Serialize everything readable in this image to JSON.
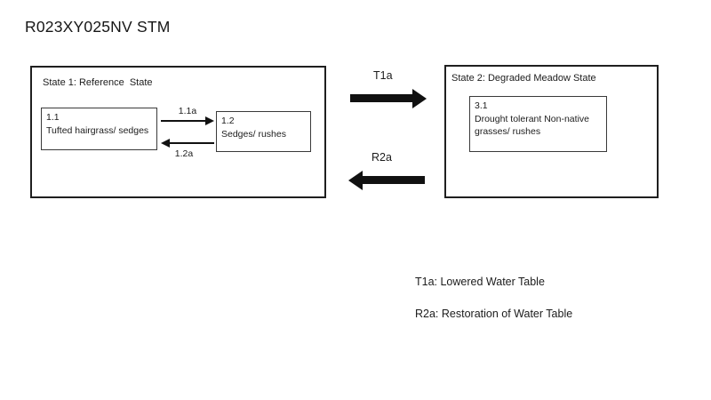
{
  "title": "R023XY025NV STM",
  "colors": {
    "ink": "#1c1c1c",
    "arrow": "#111111",
    "background": "#ffffff"
  },
  "diagram": {
    "state1": {
      "label": "State 1: Reference  State",
      "communities": [
        {
          "id": "1.1",
          "name": "Tufted hairgrass/ sedges"
        },
        {
          "id": "1.2",
          "name": "Sedges/ rushes"
        }
      ],
      "pathways": [
        {
          "label": "1.1a",
          "direction": "right"
        },
        {
          "label": "1.2a",
          "direction": "left"
        }
      ]
    },
    "state2": {
      "label": "State 2: Degraded Meadow State",
      "communities": [
        {
          "id": "3.1",
          "name": "Drought tolerant Non-native grasses/ rushes"
        }
      ]
    },
    "transitions": [
      {
        "label": "T1a",
        "direction": "right"
      },
      {
        "label": "R2a",
        "direction": "left"
      }
    ]
  },
  "legend": {
    "t1a": "T1a: Lowered Water Table",
    "r2a": "R2a: Restoration of Water Table"
  }
}
